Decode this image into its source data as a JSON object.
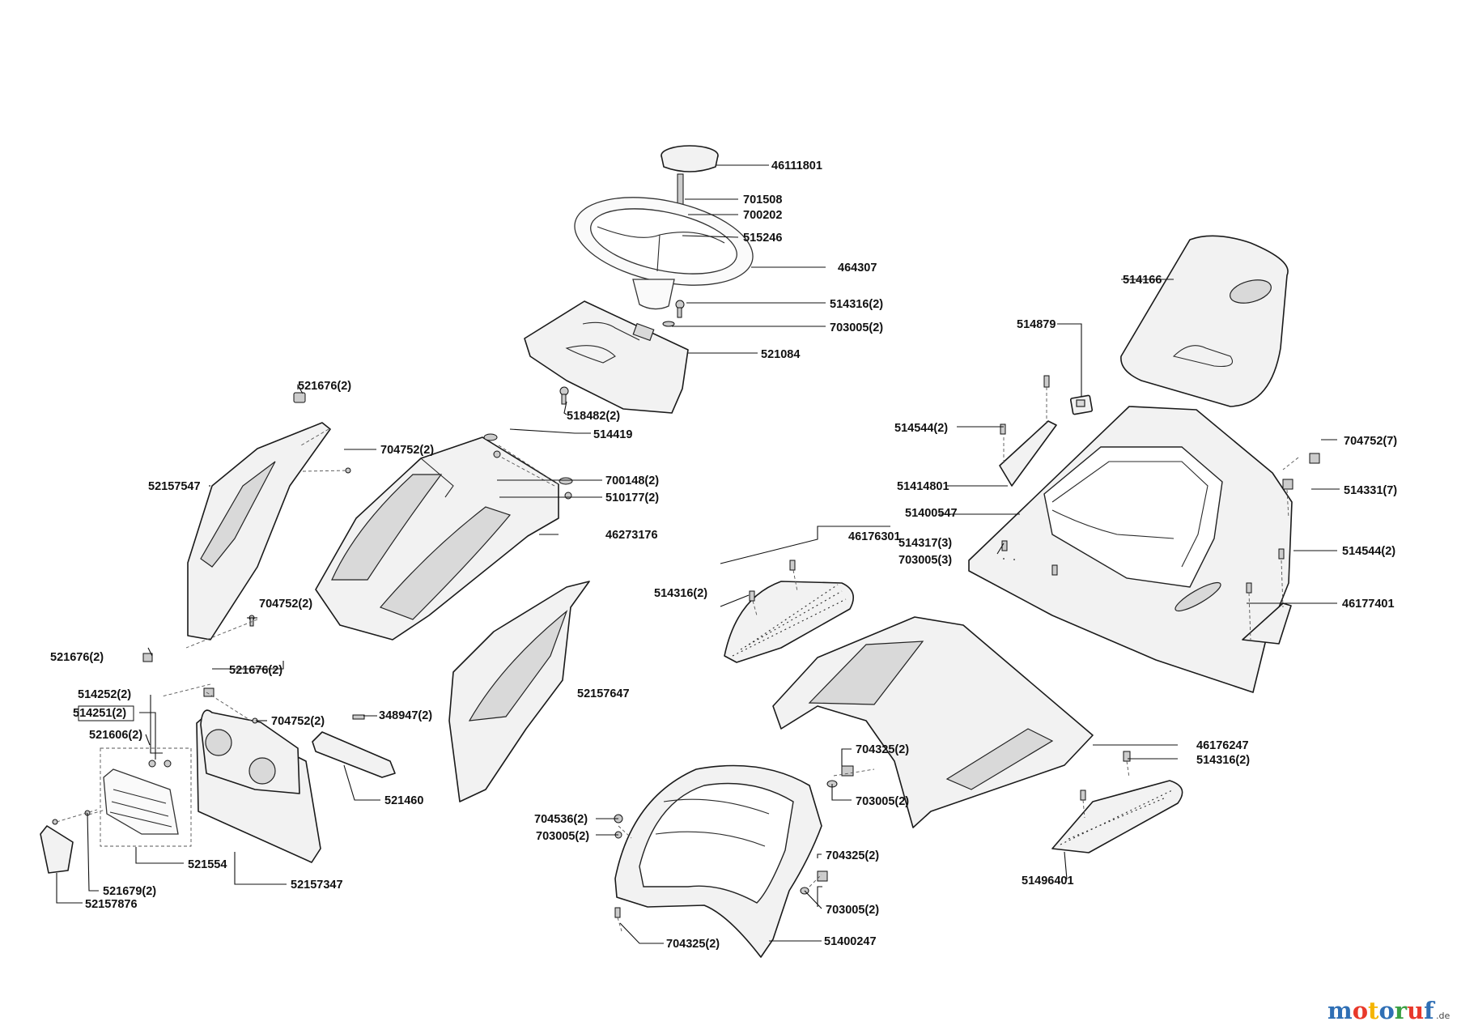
{
  "labels": {
    "l46111801": "46111801",
    "l701508": "701508",
    "l700202": "700202",
    "l515246": "515246",
    "l464307": "464307",
    "l514316_top": "514316(2)",
    "l703005_top": "703005(2)",
    "l521084": "521084",
    "l514166": "514166",
    "l514879": "514879",
    "l518482": "518482(2)",
    "l514419": "514419",
    "l521676_a": "521676(2)",
    "l704752_a": "704752(2)",
    "l52157547": "52157547",
    "l700148": "700148(2)",
    "l510177": "510177(2)",
    "l46273176": "46273176",
    "l514544_a": "514544(2)",
    "l51414801": "51414801",
    "l704752_7": "704752(7)",
    "l514331": "514331(7)",
    "l51400547": "51400547",
    "l46176301": "46176301",
    "l514317": "514317(3)",
    "l703005_mid": "703005(3)",
    "l514544_b": "514544(2)",
    "l514316_mid": "514316(2)",
    "l46177401": "46177401",
    "l704752_b": "704752(2)",
    "l521676_b": "521676(2)",
    "l521676_c": "521676(2)",
    "l52157647": "52157647",
    "l514252": "514252(2)",
    "l514251": "514251(2)",
    "l704752_c": "704752(2)",
    "l348947": "348947(2)",
    "l521606": "521606(2)",
    "l521460": "521460",
    "l704325_a": "704325(2)",
    "l46176247": "46176247",
    "l514316_low": "514316(2)",
    "l703005_low": "703005(2)",
    "l704536": "704536(2)",
    "l703005_c": "703005(2)",
    "l521554": "521554",
    "l52157347": "52157347",
    "l704325_b": "704325(2)",
    "l521679": "521679(2)",
    "l52157876": "52157876",
    "l703005_d": "703005(2)",
    "l51496401": "51496401",
    "l704325_c": "704325(2)",
    "l51400247": "51400247"
  },
  "logo": {
    "text_main": "motoruf",
    "text_tld": ".de",
    "colors": [
      "#2f6fb5",
      "#e8392b",
      "#f4b400",
      "#2f6fb5",
      "#3aa043",
      "#e8392b",
      "#2f6fb5"
    ]
  }
}
